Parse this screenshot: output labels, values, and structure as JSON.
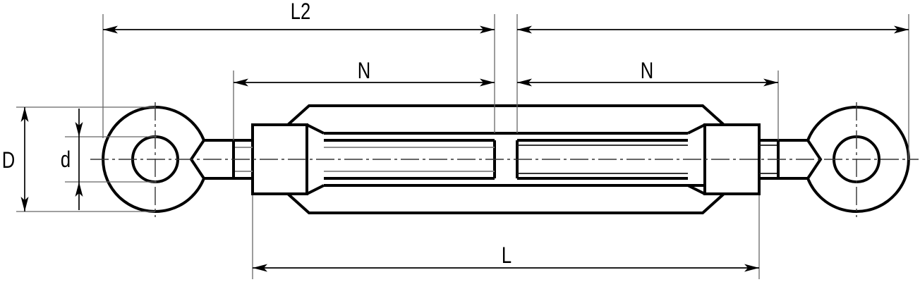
{
  "diagram": {
    "labels": {
      "l2": "L2",
      "n_left": "N",
      "n_right": "N",
      "outer_diameter": "D",
      "inner_diameter": "d",
      "length": "L"
    },
    "colors": {
      "line": "#000000",
      "thin_line": "#808080",
      "background": "#ffffff"
    }
  }
}
